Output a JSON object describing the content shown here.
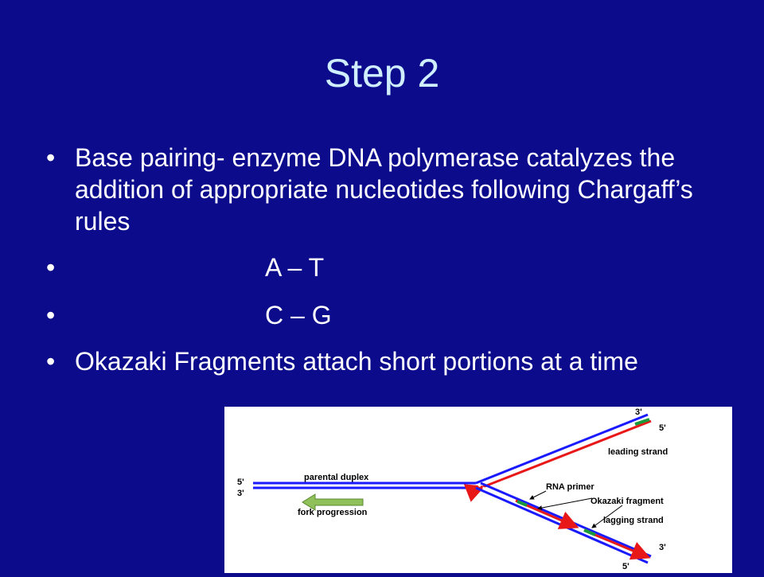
{
  "slide": {
    "title": "Step 2",
    "bullets": [
      {
        "dot": "•",
        "text": "Base pairing- enzyme DNA polymerase catalyzes the addition of appropriate nucleotides following Chargaff’s rules"
      },
      {
        "dot": "•",
        "text": "A – T"
      },
      {
        "dot": "•",
        "text": "C – G"
      },
      {
        "dot": "•",
        "text": "Okazaki Fragments attach short portions at a time"
      }
    ]
  },
  "diagram": {
    "labels": {
      "top_3": "3'",
      "top_5": "5'",
      "leading_strand": "leading strand",
      "left_5": "5'",
      "left_3": "3'",
      "parental_duplex": "parental duplex",
      "rna_primer": "RNA primer",
      "okazaki_fragment": "Okazaki fragment",
      "fork_progression": "fork progression",
      "lagging_strand": "lagging strand",
      "bottom_3": "3'",
      "bottom_5": "5'"
    }
  },
  "colors": {
    "background": "#0b0b8c",
    "title": "#cfeefe",
    "text": "#ffffff",
    "strand_blue": "#1a1aff",
    "new_strand_red": "#e81818",
    "primer_green": "#1a9a3a",
    "arrow_green": "#8fc05a"
  }
}
